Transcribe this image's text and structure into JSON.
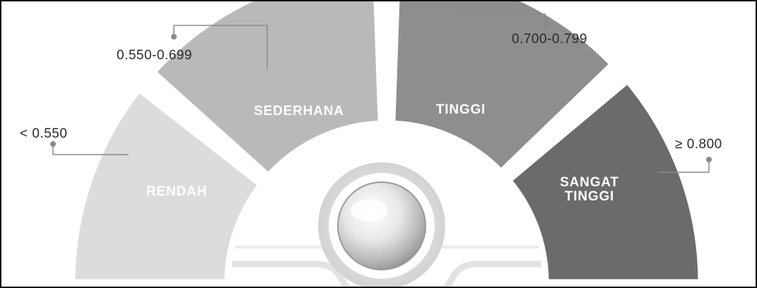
{
  "gauge": {
    "segments": [
      {
        "id": "rendah",
        "lines": [
          "RENDAH"
        ],
        "range": "< 0.550",
        "color": "#dcdcdc"
      },
      {
        "id": "sederhana",
        "lines": [
          "SEDERHANA"
        ],
        "range": "0.550-0.699",
        "color": "#b9b9b9"
      },
      {
        "id": "tinggi",
        "lines": [
          "TINGGI"
        ],
        "range": "0.700-0.799",
        "color": "#8e8e8e"
      },
      {
        "id": "sangat-tinggi",
        "lines": [
          "SANGAT",
          "TINGGI"
        ],
        "range": "≥ 0.800",
        "color": "#6b6b6b"
      }
    ],
    "base_color": "#e6e6e6",
    "leader_color": "#8a8a8a"
  }
}
